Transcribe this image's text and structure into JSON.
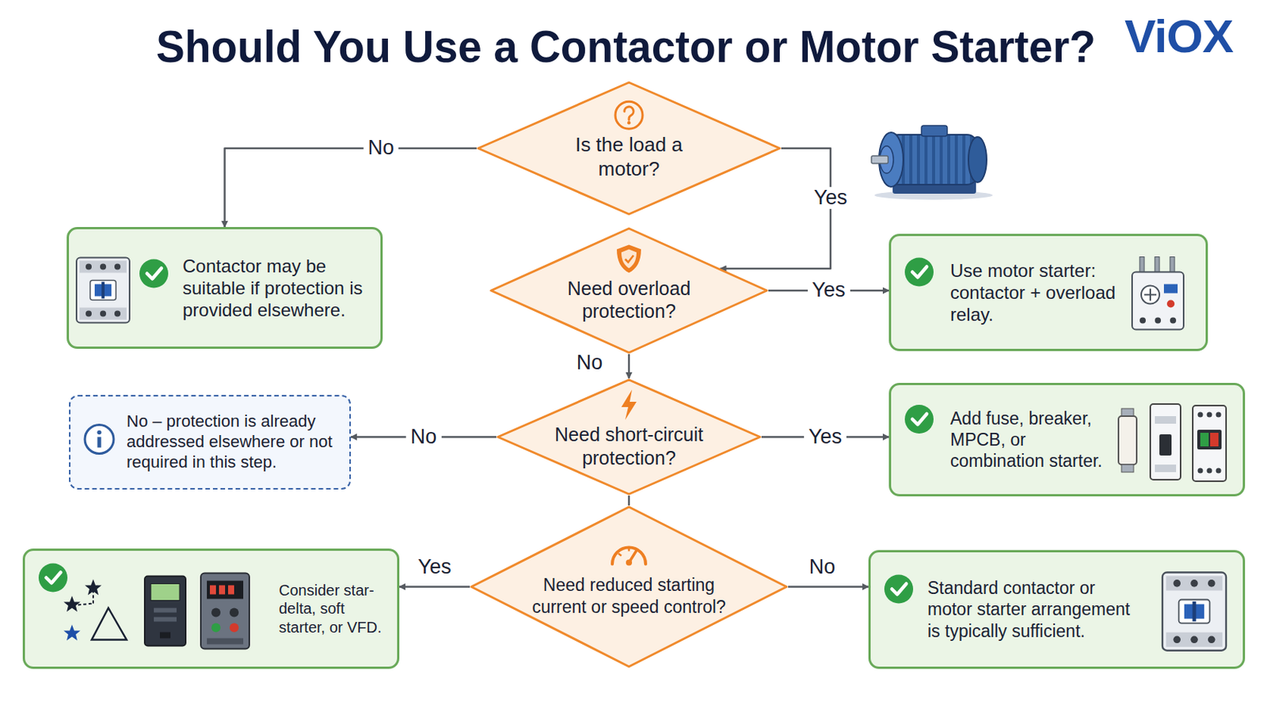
{
  "diagram": {
    "title": "Should You Use a Contactor or Motor Starter?",
    "nodes": [
      {
        "text": [
          "Is the load a motor?"
        ]
      },
      {
        "text": [
          "Contactor may be suitable if protection is provided elsewhere."
        ]
      },
      {
        "text": [
          "Need overload protection?"
        ]
      },
      {
        "text": [
          "Use motor starter: contactor + overload relay."
        ]
      },
      {
        "text": [
          "No – protection is already addressed elsewhere or not required in this step."
        ]
      },
      {
        "text": [
          "Need short-circuit protection?"
        ]
      },
      {
        "text": [
          "Add fuse, breaker, MPCB, or combination starter."
        ]
      },
      {
        "text": [
          "Consider star-delta, soft starter, or VFD."
        ]
      },
      {
        "text": [
          "Need reduced starting current or speed control?"
        ]
      },
      {
        "text": [
          "Standard contactor or motor starter arrangement is typically sufficient."
        ]
      }
    ],
    "edges": [
      {
        "from": 0,
        "to": 1,
        "label": "No",
        "arrow": "to"
      },
      {
        "from": 0,
        "to": 2,
        "label": "Yes",
        "arrow": "to"
      },
      {
        "from": 2,
        "to": 3,
        "label": "Yes",
        "arrow": "to"
      },
      {
        "from": 2,
        "to": 5,
        "label": "No",
        "arrow": "to"
      },
      {
        "from": 5,
        "to": 4,
        "label": "No",
        "arrow": "to"
      },
      {
        "from": 5,
        "to": 6,
        "label": "Yes",
        "arrow": "to"
      },
      {
        "from": 5,
        "to": 8,
        "arrow": "none"
      },
      {
        "from": 8,
        "to": 7,
        "label": "Yes",
        "arrow": "to"
      },
      {
        "from": 8,
        "to": 9,
        "label": "No",
        "arrow": "to"
      }
    ],
    "labels": [
      "ViOX"
    ]
  }
}
